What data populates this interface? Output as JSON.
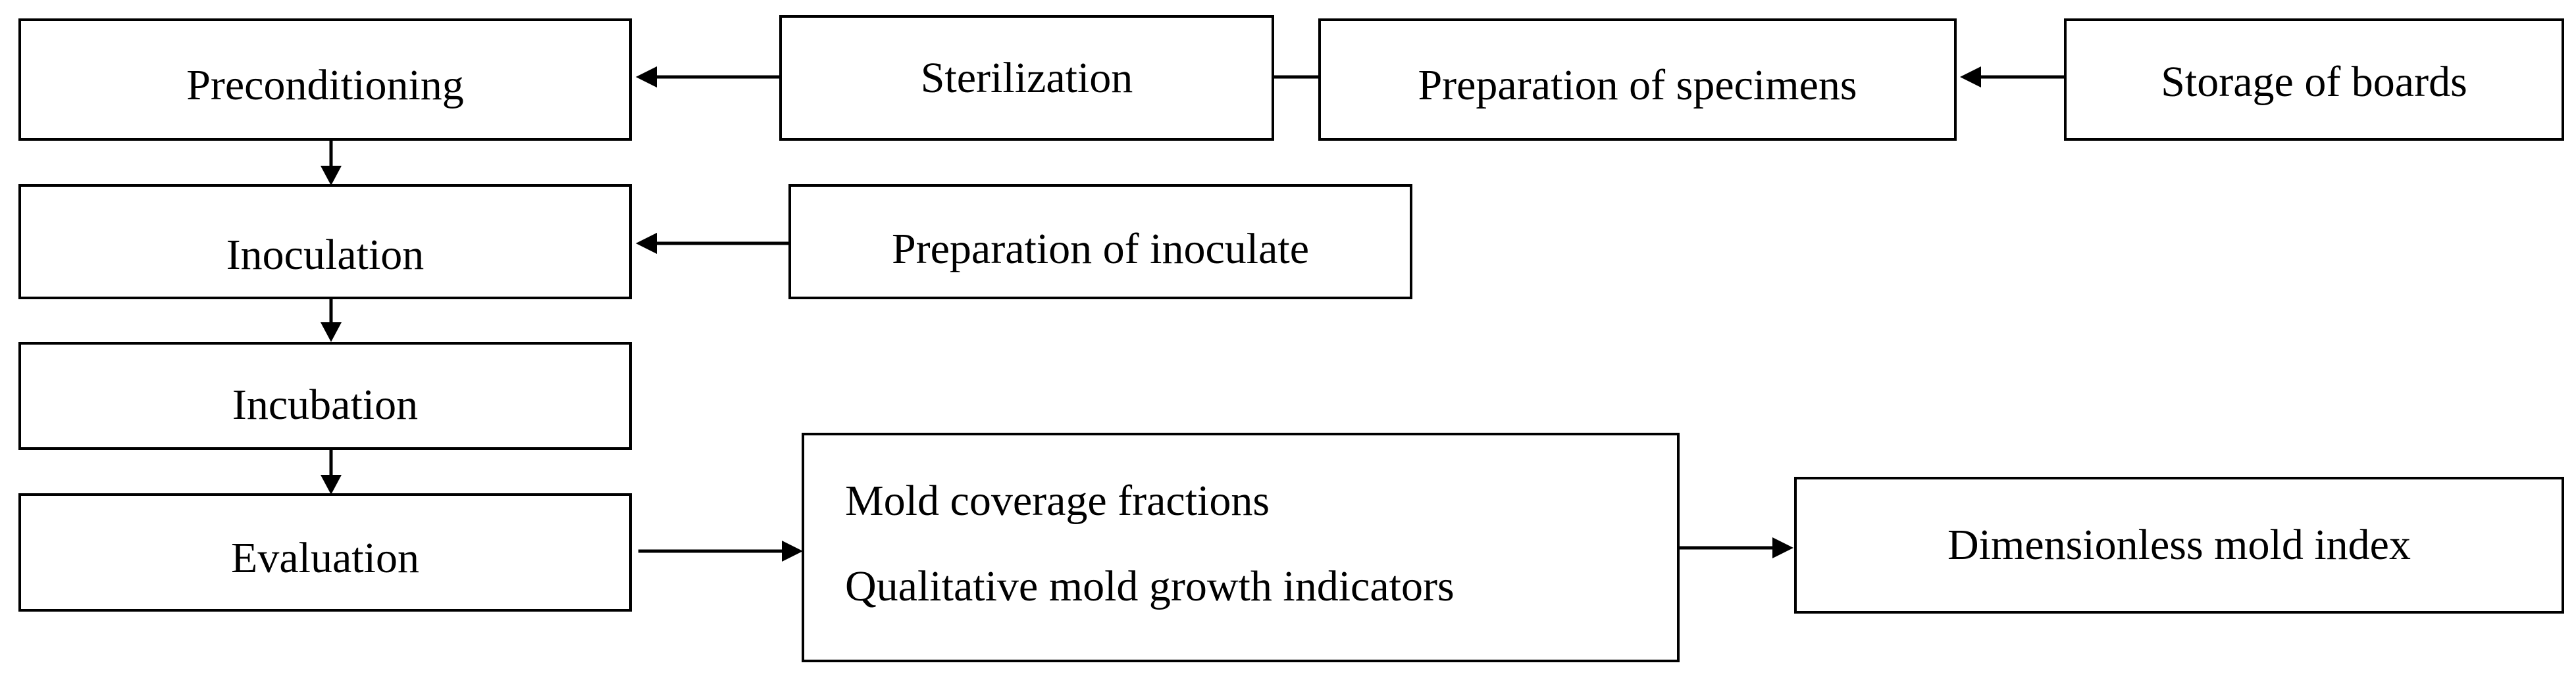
{
  "nodes": {
    "preconditioning": "Preconditioning",
    "sterilization": "Sterilization",
    "preparation_of_specimens": "Preparation of specimens",
    "storage_of_boards": "Storage of boards",
    "inoculation": "Inoculation",
    "preparation_of_inoculate": "Preparation of inoculate",
    "incubation": "Incubation",
    "evaluation": "Evaluation",
    "evaluation_outputs": {
      "line1": "Mold coverage fractions",
      "line2": "Qualitative mold growth indicators"
    },
    "dimensionless_mold_index": "Dimensionless mold index"
  },
  "edges": [
    {
      "from": "storage_of_boards",
      "to": "preparation_of_specimens"
    },
    {
      "from": "preparation_of_specimens",
      "to": "sterilization"
    },
    {
      "from": "sterilization",
      "to": "preconditioning"
    },
    {
      "from": "preconditioning",
      "to": "inoculation"
    },
    {
      "from": "preparation_of_inoculate",
      "to": "inoculation"
    },
    {
      "from": "inoculation",
      "to": "incubation"
    },
    {
      "from": "incubation",
      "to": "evaluation"
    },
    {
      "from": "evaluation",
      "to": "evaluation_outputs"
    },
    {
      "from": "evaluation_outputs",
      "to": "dimensionless_mold_index"
    }
  ],
  "colors": {
    "line": "#000000",
    "background": "#ffffff"
  }
}
